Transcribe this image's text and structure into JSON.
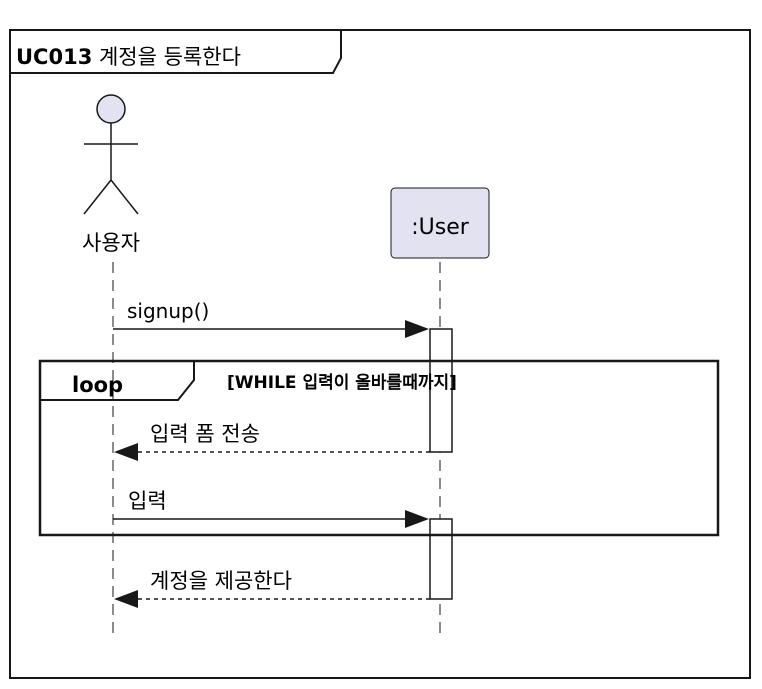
{
  "frame": {
    "title_bold": "UC013",
    "title_rest": " 계정을 등록한다"
  },
  "participants": {
    "actor": {
      "label": "사용자"
    },
    "object": {
      "label": ":User"
    }
  },
  "loop": {
    "label": "loop",
    "condition": "[WHILE 입력이 올바를때까지]"
  },
  "messages": [
    {
      "text": "signup()",
      "direction": "right",
      "style": "solid"
    },
    {
      "text": "입력 폼 전송",
      "direction": "left",
      "style": "dashed"
    },
    {
      "text": "입력",
      "direction": "right",
      "style": "solid"
    },
    {
      "text": "계정을 제공한다",
      "direction": "left",
      "style": "dashed"
    }
  ],
  "colors": {
    "participant_fill": "#E2E2F0",
    "line": "#181818"
  }
}
